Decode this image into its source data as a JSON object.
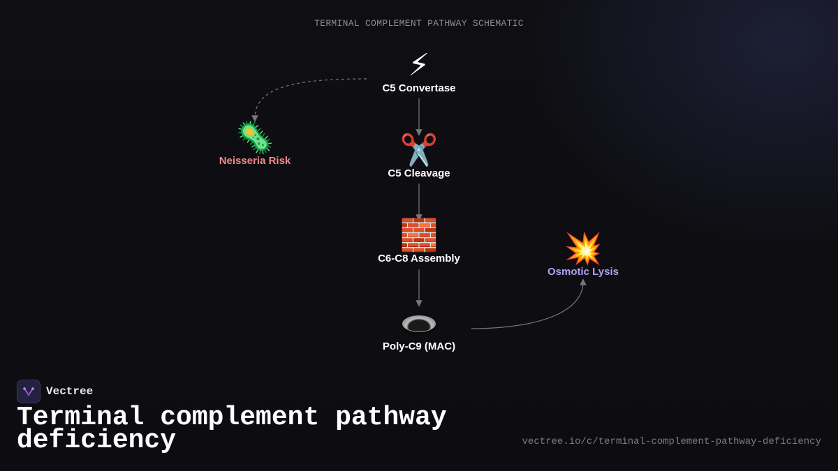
{
  "diagram": {
    "title": "TERMINAL COMPLEMENT PATHWAY SCHEMATIC",
    "nodes": [
      {
        "id": "c5-convertase",
        "icon": "lightning-icon",
        "glyph": "⚡",
        "label": "C5 Convertase",
        "color": "#ffffff"
      },
      {
        "id": "c5-cleavage",
        "icon": "scissors-icon",
        "glyph": "✂️",
        "label": "C5 Cleavage",
        "color": "#ffffff"
      },
      {
        "id": "c6-c8-assembly",
        "icon": "brick-icon",
        "glyph": "🧱",
        "label": "C6-C8 Assembly",
        "color": "#ffffff"
      },
      {
        "id": "poly-c9",
        "icon": "pore-ring-icon",
        "glyph": "",
        "label": "Poly-C9 (MAC)",
        "color": "#ffffff"
      },
      {
        "id": "neisseria-risk",
        "icon": "microbe-icon",
        "glyph": "🦠",
        "label": "Neisseria Risk",
        "color": "#f08a8a"
      },
      {
        "id": "osmotic-lysis",
        "icon": "collision-icon",
        "glyph": "💥",
        "label": "Osmotic Lysis",
        "color": "#a9a6f5"
      }
    ],
    "edges": [
      {
        "from": "c5-convertase",
        "to": "c5-cleavage",
        "style": "solid"
      },
      {
        "from": "c5-cleavage",
        "to": "c6-c8-assembly",
        "style": "solid"
      },
      {
        "from": "c6-c8-assembly",
        "to": "poly-c9",
        "style": "solid"
      },
      {
        "from": "c5-convertase",
        "to": "neisseria-risk",
        "style": "dashed"
      },
      {
        "from": "poly-c9",
        "to": "osmotic-lysis",
        "style": "solid"
      }
    ]
  },
  "footer": {
    "brand": "Vectree",
    "title": "Terminal complement pathway deficiency",
    "url": "vectree.io/c/terminal-complement-pathway-deficiency"
  },
  "colors": {
    "background": "#0f0f13",
    "edge": "#77777d",
    "risk": "#f08a8a",
    "outcome": "#a9a6f5",
    "logo": "#a05cf0"
  }
}
